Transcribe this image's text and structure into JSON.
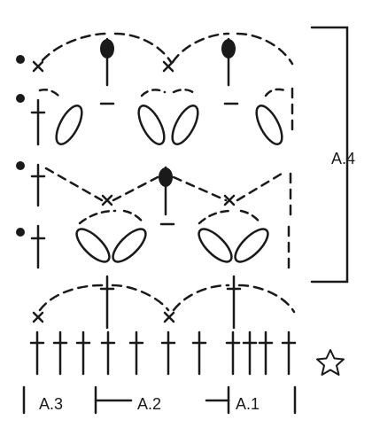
{
  "labels": {
    "repeat_vertical": "A.4",
    "repeat_left": "A.3",
    "repeat_middle": "A.2",
    "repeat_right": "A.1"
  },
  "colors": {
    "ink": "#1a1a1a",
    "background": "#ffffff"
  },
  "symbols": {
    "start_marker": "star-icon",
    "row_markers": "dot-icon",
    "stitches": [
      "treble-icon",
      "chain-arc",
      "cross-icon",
      "bobble-icon",
      "cluster-loop-icon"
    ]
  }
}
